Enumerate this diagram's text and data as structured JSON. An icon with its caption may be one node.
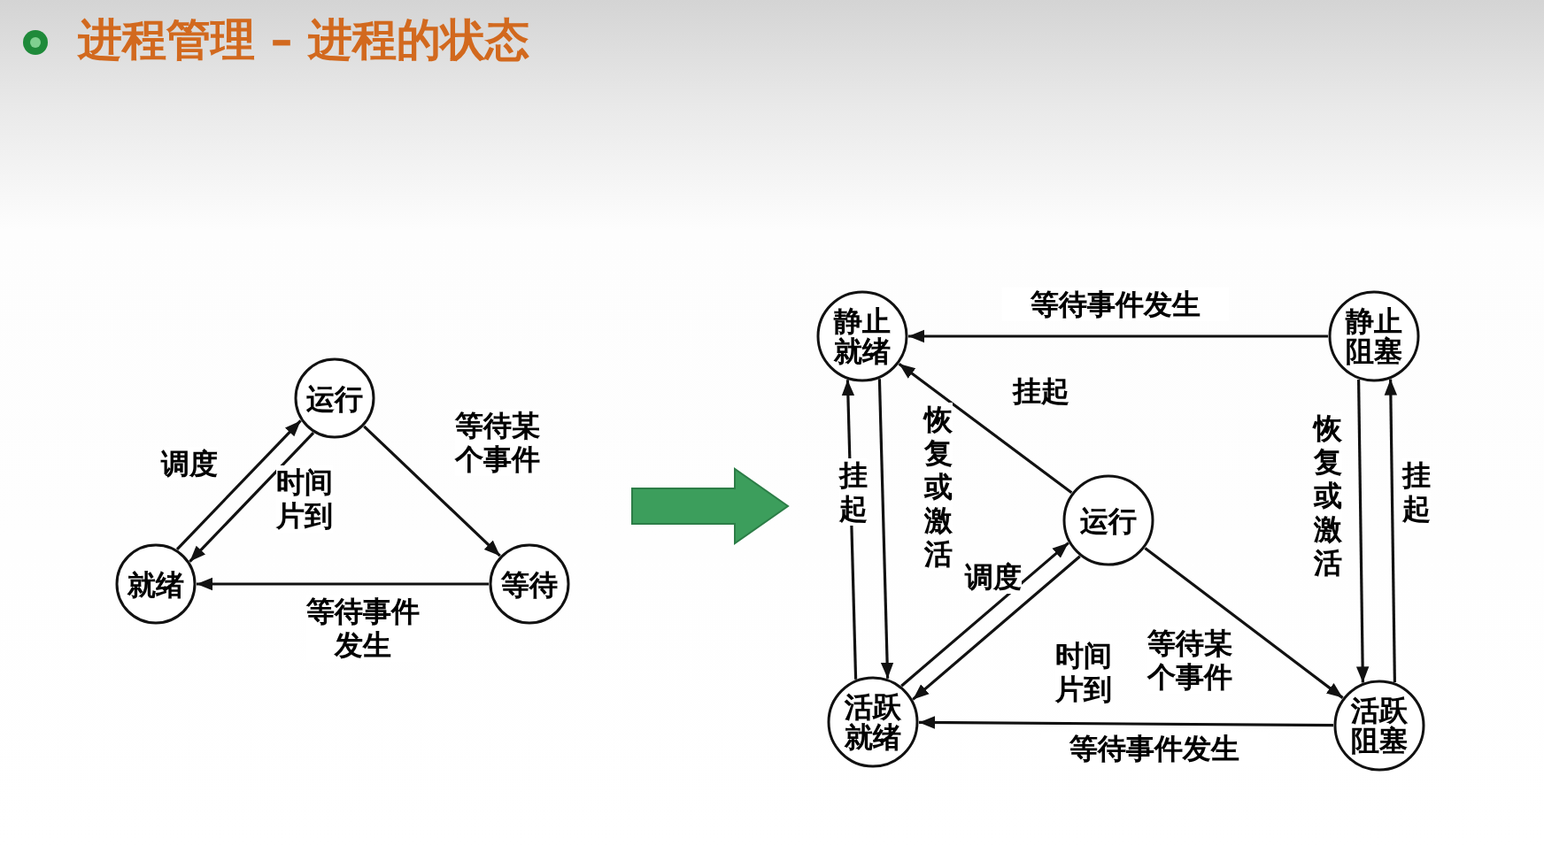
{
  "diagram": {
    "title": "进程管理 – 进程的状态",
    "nodes": [
      {
        "text": [
          "运行"
        ]
      },
      {
        "text": [
          "就绪"
        ]
      },
      {
        "text": [
          "等待"
        ]
      },
      {
        "text": [
          "静止就绪"
        ]
      },
      {
        "text": [
          "静止阻塞"
        ]
      },
      {
        "text": [
          "运行"
        ]
      },
      {
        "text": [
          "活跃就绪"
        ]
      },
      {
        "text": [
          "活跃阻塞"
        ]
      }
    ],
    "edges": [
      {
        "from": 1,
        "to": 0,
        "arrow": "to",
        "label": "调度"
      },
      {
        "from": 0,
        "to": 1,
        "arrow": "to",
        "label": "时间片到"
      },
      {
        "from": 0,
        "to": 2,
        "arrow": "to",
        "label": "等待某个事件"
      },
      {
        "from": 2,
        "to": 1,
        "arrow": "to",
        "label": "等待事件发生"
      },
      {
        "from": 4,
        "to": 3,
        "arrow": "to",
        "label": "等待事件发生"
      },
      {
        "from": 5,
        "to": 3,
        "arrow": "to",
        "label": "挂起"
      },
      {
        "from": 6,
        "to": 3,
        "arrow": "to",
        "label": "挂起"
      },
      {
        "from": 3,
        "to": 6,
        "arrow": "to",
        "label": "恢复或激活"
      },
      {
        "from": 4,
        "to": 7,
        "arrow": "to",
        "label": "恢复或激活"
      },
      {
        "from": 7,
        "to": 4,
        "arrow": "to",
        "label": "挂起"
      },
      {
        "from": 6,
        "to": 5,
        "arrow": "to",
        "label": "调度"
      },
      {
        "from": 5,
        "to": 6,
        "arrow": "to",
        "label": "时间片到"
      },
      {
        "from": 5,
        "to": 7,
        "arrow": "to",
        "label": "等待某个事件"
      },
      {
        "from": 7,
        "to": 6,
        "arrow": "to",
        "label": "等待事件发生"
      }
    ]
  }
}
